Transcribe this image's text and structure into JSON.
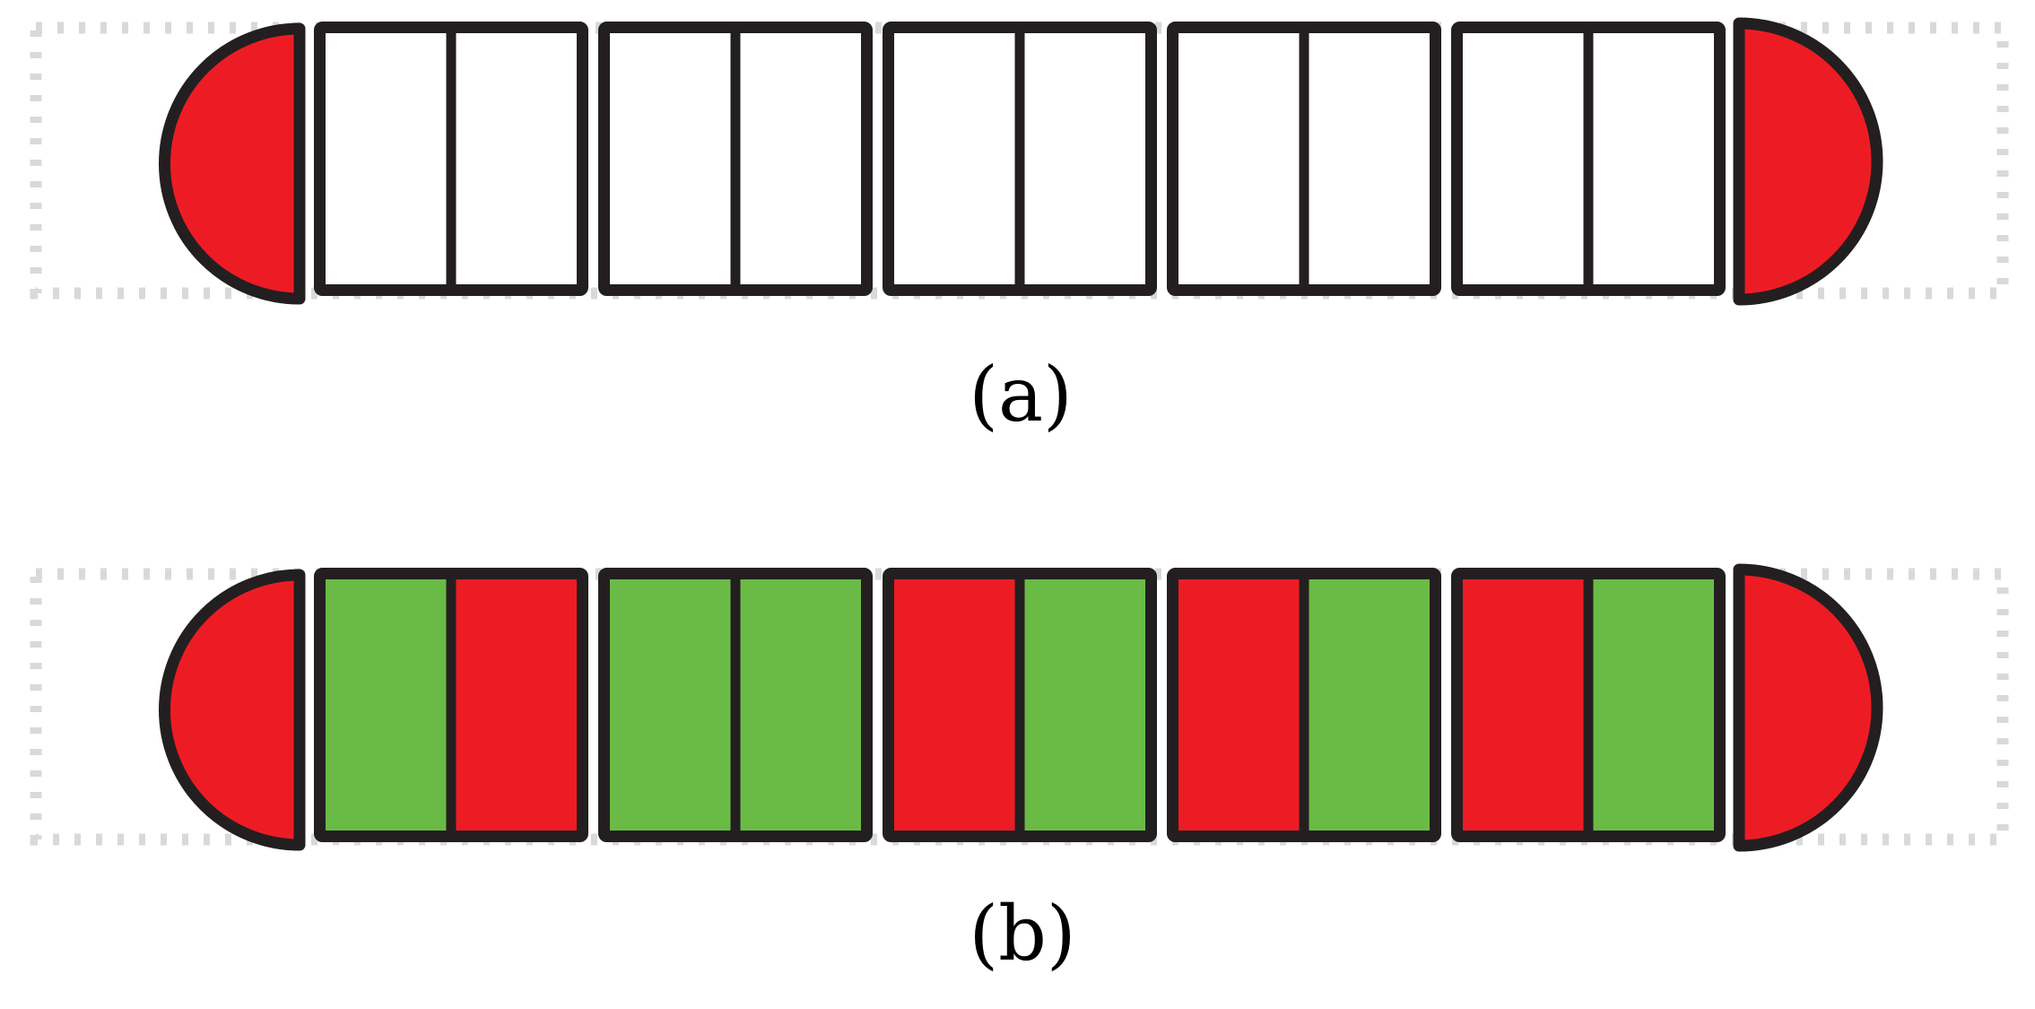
{
  "colors": {
    "stroke": "#231F20",
    "red": "#ED1C24",
    "green": "#6ABB45",
    "empty": "#FFFFFF",
    "dotted_frame": "#D8D9DA"
  },
  "panels": [
    {
      "id": "a",
      "caption": "(a)",
      "left_cap_color": "red",
      "right_cap_color": "red",
      "boxes": [
        [
          "empty",
          "empty"
        ],
        [
          "empty",
          "empty"
        ],
        [
          "empty",
          "empty"
        ],
        [
          "empty",
          "empty"
        ],
        [
          "empty",
          "empty"
        ]
      ]
    },
    {
      "id": "b",
      "caption": "(b)",
      "left_cap_color": "red",
      "right_cap_color": "red",
      "boxes": [
        [
          "green",
          "red"
        ],
        [
          "green",
          "green"
        ],
        [
          "red",
          "green"
        ],
        [
          "red",
          "green"
        ],
        [
          "red",
          "green"
        ]
      ]
    }
  ]
}
